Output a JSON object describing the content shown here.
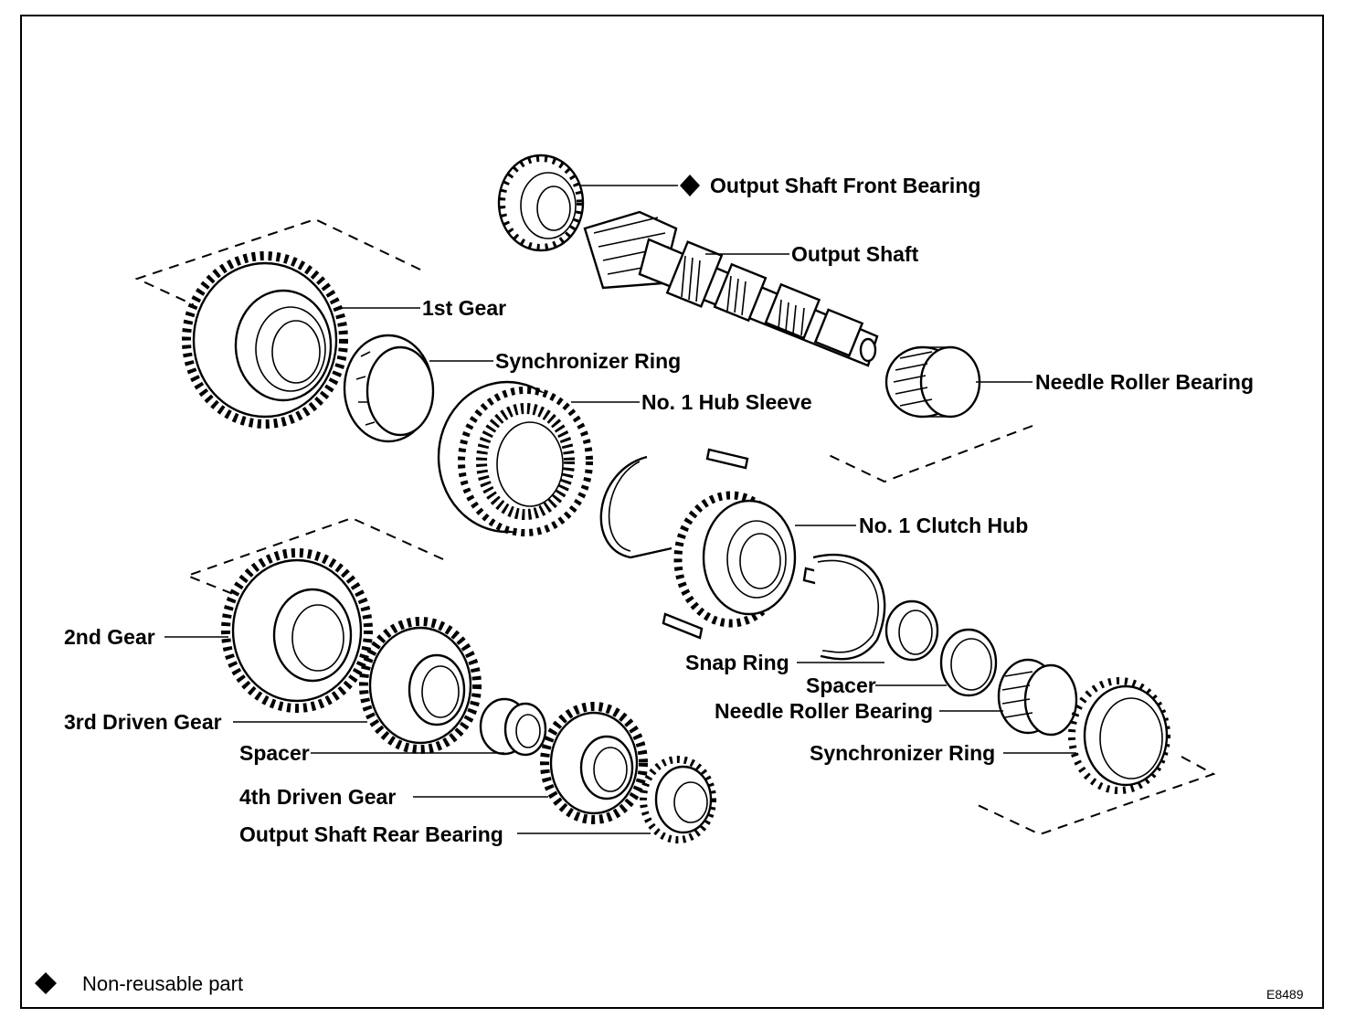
{
  "diagram": {
    "labels": {
      "output_shaft_front_bearing": "Output Shaft Front Bearing",
      "output_shaft": "Output Shaft",
      "first_gear": "1st Gear",
      "synchronizer_ring_1": "Synchronizer Ring",
      "needle_roller_bearing_1": "Needle Roller Bearing",
      "hub_sleeve": "No. 1 Hub Sleeve",
      "clutch_hub": "No. 1 Clutch Hub",
      "second_gear": "2nd Gear",
      "snap_ring": "Snap Ring",
      "spacer_1": "Spacer",
      "third_driven_gear": "3rd Driven Gear",
      "needle_roller_bearing_2": "Needle Roller Bearing",
      "spacer_2": "Spacer",
      "synchronizer_ring_2": "Synchronizer Ring",
      "fourth_driven_gear": "4th Driven Gear",
      "output_shaft_rear_bearing": "Output Shaft Rear Bearing"
    },
    "legend": {
      "symbol": "diamond-icon",
      "text": "Non-reusable part"
    },
    "figure_code": "E8489"
  }
}
